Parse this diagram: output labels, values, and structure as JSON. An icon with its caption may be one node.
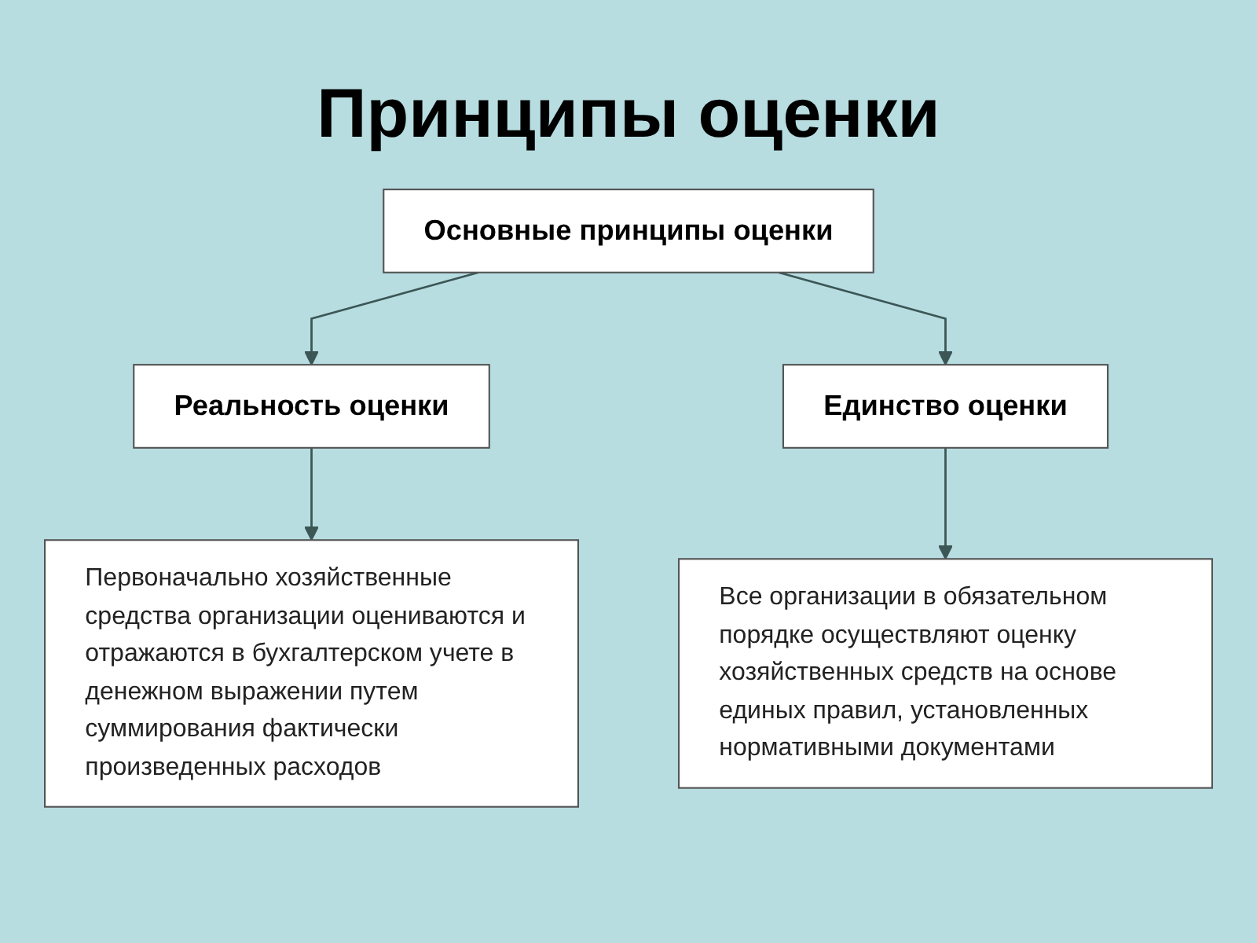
{
  "diagram": {
    "title": "Принципы оценки",
    "nodes": [
      {
        "text": [
          "Основные принципы оценки"
        ]
      },
      {
        "text": [
          "Реальность оценки"
        ]
      },
      {
        "text": [
          "Единство оценки"
        ]
      },
      {
        "text": [
          "Первоначально хозяйственные средства организации оцениваются и отражаются в бухгалтерском учете в денежном выражении путем суммирования фактически произведенных расходов"
        ]
      },
      {
        "text": [
          "Все организации в обязательном порядке осуществляют оценку хозяйственных средств на основе единых правил, установленных нормативными документами"
        ]
      }
    ],
    "edges": [
      {
        "from": 0,
        "to": 1,
        "arrow": "to"
      },
      {
        "from": 0,
        "to": 2,
        "arrow": "to"
      },
      {
        "from": 1,
        "to": 3,
        "arrow": "to"
      },
      {
        "from": 2,
        "to": 4,
        "arrow": "to"
      }
    ]
  }
}
